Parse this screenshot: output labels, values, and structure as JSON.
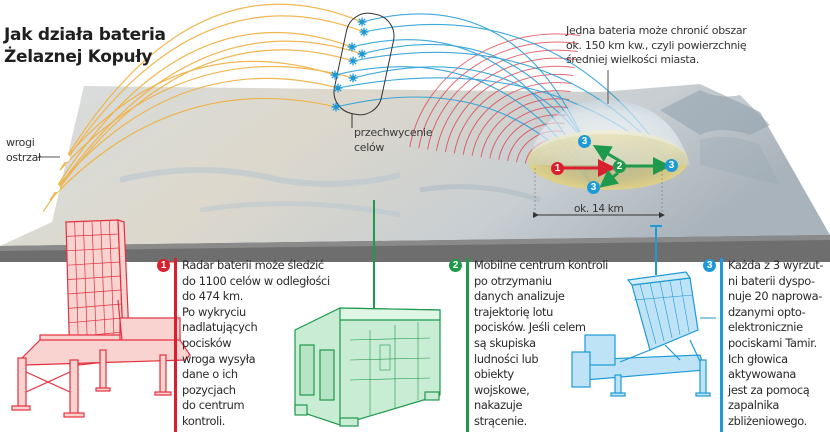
{
  "title": {
    "line1": "Jak działa bateria",
    "line2": "Żelaznej Kopuły"
  },
  "annotations": {
    "coverage": [
      "Jedna bateria może chronić obszar",
      "ok. 150 km kw., czyli powierzchnię",
      "średniej wielkości miasta."
    ],
    "interception": [
      "przechwycenie",
      "celów"
    ],
    "enemy_fire": [
      "wrogi",
      "ostrzał"
    ],
    "distance": "ok. 14 km"
  },
  "map_markers": {
    "radar": "1",
    "control": "2",
    "launcher": "3"
  },
  "components": [
    {
      "number": "1",
      "name": "radar",
      "color": "#d9202e",
      "lines": [
        "Radar baterii może śledzić",
        "do 1100 celów w odległości",
        "do 474 km.",
        "Po wykryciu",
        "nadlatujących",
        "pocisków",
        "wroga wysyła",
        "dane o ich",
        "pozycjach",
        "do centrum",
        "kontroli."
      ]
    },
    {
      "number": "2",
      "name": "control-center",
      "color": "#1f9a4c",
      "lines": [
        "Mobilne centrum kontroli",
        "po otrzymaniu",
        "danych analizuje",
        "trajektorię lotu",
        "pocisków. Jeśli celem",
        "są skupiska",
        "ludności lub",
        "obiekty",
        "wojskowe,",
        "nakazuje",
        "strącenie."
      ]
    },
    {
      "number": "3",
      "name": "launcher",
      "color": "#1e9ad6",
      "lines": [
        "Każda z 3 wyrzut-",
        "ni baterii dyspo-",
        "nuje 20 naprowa-",
        "dzanymi opto-",
        "elektronicznie",
        "pociskami Tamir.",
        "Ich głowica",
        "aktywowana",
        "jest za pomocą",
        "zapalnika",
        "zbliżeniowego."
      ]
    }
  ],
  "colors": {
    "radar": "#d9202e",
    "control": "#1f9a4c",
    "launcher": "#1e9ad6",
    "enemy_trajectory": "#f0b040",
    "interceptor_trajectory": "#2aa0d8",
    "terrain": "#cfd5d8",
    "terrain_edge": "#6e6e6e"
  }
}
